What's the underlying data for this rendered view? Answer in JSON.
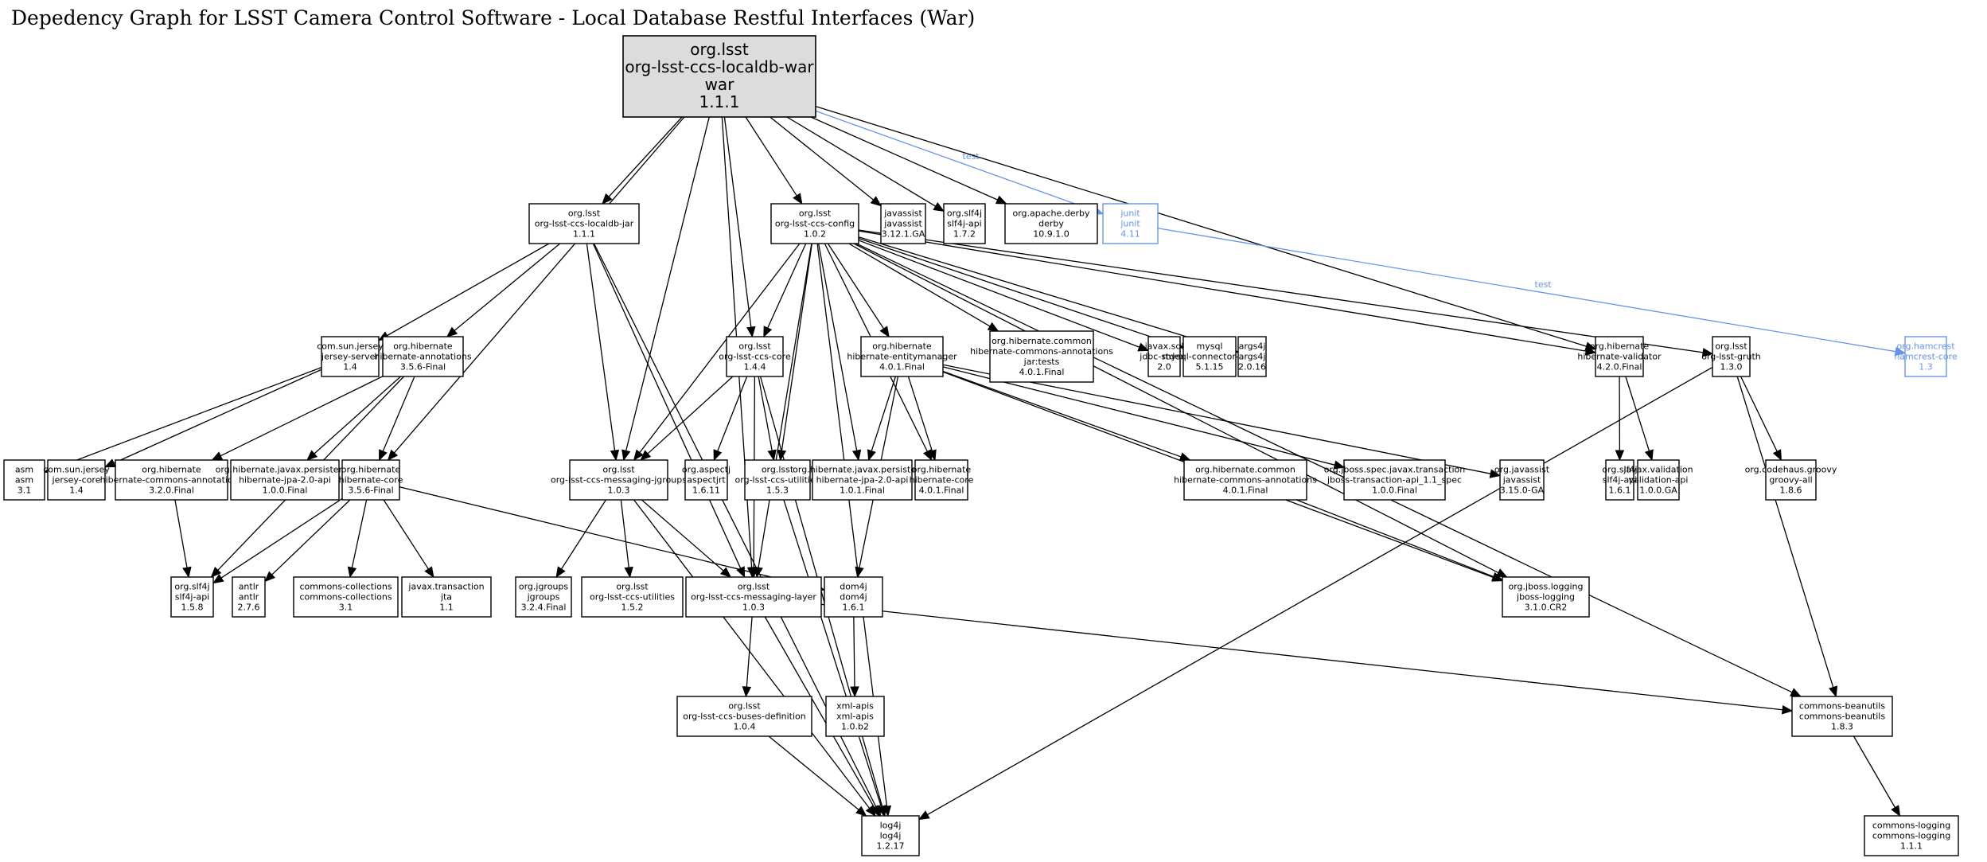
{
  "title": "Depedency Graph for LSST Camera Control Software - Local Database Restful Interfaces (War)",
  "colors": {
    "test_edge": "#6495ed",
    "root_fill": "#dcdcdc",
    "node_stroke": "#000000"
  },
  "nodes": [
    {
      "id": "root",
      "lines": [
        "org.lsst",
        "org-lsst-ccs-localdb-war",
        "war",
        "1.1.1"
      ],
      "kind": "root"
    },
    {
      "id": "localdb-jar",
      "lines": [
        "org.lsst",
        "org-lsst-ccs-localdb-jar",
        "1.1.1"
      ]
    },
    {
      "id": "ccs-config",
      "lines": [
        "org.lsst",
        "org-lsst-ccs-config",
        "1.0.2"
      ]
    },
    {
      "id": "javassist-3121",
      "lines": [
        "javassist",
        "javassist",
        "3.12.1.GA"
      ]
    },
    {
      "id": "slf4j-172",
      "lines": [
        "org.slf4j",
        "slf4j-api",
        "1.7.2"
      ]
    },
    {
      "id": "derby",
      "lines": [
        "org.apache.derby",
        "derby",
        "10.9.1.0"
      ]
    },
    {
      "id": "junit",
      "lines": [
        "junit",
        "junit",
        "4.11"
      ],
      "kind": "test"
    },
    {
      "id": "jersey-server",
      "lines": [
        "com.sun.jersey",
        "jersey-server",
        "1.4"
      ]
    },
    {
      "id": "hib-annotations",
      "lines": [
        "org.hibernate",
        "hibernate-annotations",
        "3.5.6-Final"
      ]
    },
    {
      "id": "ccs-core",
      "lines": [
        "org.lsst",
        "org-lsst-ccs-core",
        "1.4.4"
      ]
    },
    {
      "id": "hib-entitymanager",
      "lines": [
        "org.hibernate",
        "hibernate-entitymanager",
        "4.0.1.Final"
      ]
    },
    {
      "id": "hib-commons-ann-tests",
      "lines": [
        "org.hibernate.common",
        "hibernate-commons-annotations",
        "jar:tests",
        "4.0.1.Final"
      ]
    },
    {
      "id": "jdbc-stdext",
      "lines": [
        "javax.sql",
        "jdbc-stdext",
        "2.0"
      ]
    },
    {
      "id": "mysql",
      "lines": [
        "mysql",
        "mysql-connector-java",
        "5.1.15"
      ]
    },
    {
      "id": "args4j",
      "lines": [
        "args4j",
        "args4j",
        "2.0.16"
      ]
    },
    {
      "id": "hib-validator",
      "lines": [
        "org.hibernate",
        "hibernate-validator",
        "4.2.0.Final"
      ]
    },
    {
      "id": "gruth",
      "lines": [
        "org.lsst",
        "org-lsst-gruth",
        "1.3.0"
      ]
    },
    {
      "id": "hamcrest",
      "lines": [
        "org.hamcrest",
        "hamcrest-core",
        "1.3"
      ],
      "kind": "test"
    },
    {
      "id": "asm",
      "lines": [
        "asm",
        "asm",
        "3.1"
      ]
    },
    {
      "id": "jersey-core",
      "lines": [
        "com.sun.jersey",
        "jersey-core",
        "1.4"
      ]
    },
    {
      "id": "hib-commons-ann-320",
      "lines": [
        "org.hibernate",
        "hibernate-commons-annotations",
        "3.2.0.Final"
      ]
    },
    {
      "id": "jpa-100",
      "lines": [
        "org.hibernate.javax.persistence",
        "hibernate-jpa-2.0-api",
        "1.0.0.Final"
      ]
    },
    {
      "id": "hib-core-356",
      "lines": [
        "org.hibernate",
        "hibernate-core",
        "3.5.6-Final"
      ]
    },
    {
      "id": "msg-jgroups",
      "lines": [
        "org.lsst",
        "org-lsst-ccs-messaging-jgroups",
        "1.0.3"
      ]
    },
    {
      "id": "aspectjrt",
      "lines": [
        "org.aspectj",
        "aspectjrt",
        "1.6.11"
      ]
    },
    {
      "id": "utilities-153",
      "lines": [
        "org.lsst",
        "org-lsst-ccs-utilities",
        "1.5.3"
      ]
    },
    {
      "id": "jpa-101",
      "lines": [
        "org.hibernate.javax.persistence",
        "hibernate-jpa-2.0-api",
        "1.0.1.Final"
      ]
    },
    {
      "id": "hib-core-401",
      "lines": [
        "org.hibernate",
        "hibernate-core",
        "4.0.1.Final"
      ]
    },
    {
      "id": "hib-commons-ann-401",
      "lines": [
        "org.hibernate.common",
        "hibernate-commons-annotations",
        "4.0.1.Final"
      ]
    },
    {
      "id": "jboss-tx",
      "lines": [
        "org.jboss.spec.javax.transaction",
        "jboss-transaction-api_1.1_spec",
        "1.0.0.Final"
      ]
    },
    {
      "id": "javassist-3150",
      "lines": [
        "org.javassist",
        "javassist",
        "3.15.0-GA"
      ]
    },
    {
      "id": "slf4j-161",
      "lines": [
        "org.slf4j",
        "slf4j-api",
        "1.6.1"
      ]
    },
    {
      "id": "validation-api",
      "lines": [
        "javax.validation",
        "validation-api",
        "1.0.0.GA"
      ]
    },
    {
      "id": "groovy",
      "lines": [
        "org.codehaus.groovy",
        "groovy-all",
        "1.8.6"
      ]
    },
    {
      "id": "slf4j-158",
      "lines": [
        "org.slf4j",
        "slf4j-api",
        "1.5.8"
      ]
    },
    {
      "id": "antlr",
      "lines": [
        "antlr",
        "antlr",
        "2.7.6"
      ]
    },
    {
      "id": "commons-collections",
      "lines": [
        "commons-collections",
        "commons-collections",
        "3.1"
      ]
    },
    {
      "id": "jta",
      "lines": [
        "javax.transaction",
        "jta",
        "1.1"
      ]
    },
    {
      "id": "jgroups",
      "lines": [
        "org.jgroups",
        "jgroups",
        "3.2.4.Final"
      ]
    },
    {
      "id": "utilities-152",
      "lines": [
        "org.lsst",
        "org-lsst-ccs-utilities",
        "1.5.2"
      ]
    },
    {
      "id": "msg-layer",
      "lines": [
        "org.lsst",
        "org-lsst-ccs-messaging-layer",
        "1.0.3"
      ]
    },
    {
      "id": "dom4j",
      "lines": [
        "dom4j",
        "dom4j",
        "1.6.1"
      ]
    },
    {
      "id": "jboss-logging",
      "lines": [
        "org.jboss.logging",
        "jboss-logging",
        "3.1.0.CR2"
      ]
    },
    {
      "id": "buses-def",
      "lines": [
        "org.lsst",
        "org-lsst-ccs-buses-definition",
        "1.0.4"
      ]
    },
    {
      "id": "xml-apis",
      "lines": [
        "xml-apis",
        "xml-apis",
        "1.0.b2"
      ]
    },
    {
      "id": "commons-beanutils",
      "lines": [
        "commons-beanutils",
        "commons-beanutils",
        "1.8.3"
      ]
    },
    {
      "id": "log4j",
      "lines": [
        "log4j",
        "log4j",
        "1.2.17"
      ]
    },
    {
      "id": "commons-logging",
      "lines": [
        "commons-logging",
        "commons-logging",
        "1.1.1"
      ]
    }
  ],
  "edges": [
    {
      "from": "root",
      "to": "localdb-jar"
    },
    {
      "from": "root",
      "to": "ccs-config"
    },
    {
      "from": "root",
      "to": "javassist-3121"
    },
    {
      "from": "root",
      "to": "slf4j-172"
    },
    {
      "from": "root",
      "to": "derby"
    },
    {
      "from": "root",
      "to": "junit",
      "label": "test",
      "kind": "test"
    },
    {
      "from": "root",
      "to": "hib-core-356"
    },
    {
      "from": "root",
      "to": "msg-jgroups"
    },
    {
      "from": "root",
      "to": "msg-layer"
    },
    {
      "from": "root",
      "to": "ccs-core"
    },
    {
      "from": "root",
      "to": "hib-validator"
    },
    {
      "from": "junit",
      "to": "hamcrest",
      "label": "test",
      "kind": "test"
    },
    {
      "from": "localdb-jar",
      "to": "jersey-server"
    },
    {
      "from": "localdb-jar",
      "to": "hib-annotations"
    },
    {
      "from": "localdb-jar",
      "to": "msg-jgroups"
    },
    {
      "from": "localdb-jar",
      "to": "msg-layer"
    },
    {
      "from": "localdb-jar",
      "to": "log4j"
    },
    {
      "from": "ccs-config",
      "to": "ccs-core"
    },
    {
      "from": "ccs-config",
      "to": "msg-jgroups"
    },
    {
      "from": "ccs-config",
      "to": "hib-entitymanager"
    },
    {
      "from": "ccs-config",
      "to": "hib-commons-ann-tests"
    },
    {
      "from": "ccs-config",
      "to": "jdbc-stdext"
    },
    {
      "from": "ccs-config",
      "to": "mysql"
    },
    {
      "from": "ccs-config",
      "to": "args4j"
    },
    {
      "from": "ccs-config",
      "to": "hib-validator"
    },
    {
      "from": "ccs-config",
      "to": "gruth"
    },
    {
      "from": "ccs-config",
      "to": "utilities-153"
    },
    {
      "from": "ccs-config",
      "to": "jpa-101"
    },
    {
      "from": "ccs-config",
      "to": "hib-core-401"
    },
    {
      "from": "ccs-config",
      "to": "msg-layer"
    },
    {
      "from": "ccs-config",
      "to": "jboss-logging"
    },
    {
      "from": "ccs-config",
      "to": "commons-beanutils"
    },
    {
      "from": "ccs-config",
      "to": "log4j"
    },
    {
      "from": "jersey-server",
      "to": "asm"
    },
    {
      "from": "jersey-server",
      "to": "jersey-core"
    },
    {
      "from": "hib-annotations",
      "to": "hib-commons-ann-320"
    },
    {
      "from": "hib-annotations",
      "to": "jpa-100"
    },
    {
      "from": "hib-annotations",
      "to": "hib-core-356"
    },
    {
      "from": "hib-annotations",
      "to": "slf4j-158"
    },
    {
      "from": "hib-commons-ann-320",
      "to": "slf4j-158"
    },
    {
      "from": "hib-core-356",
      "to": "slf4j-158"
    },
    {
      "from": "hib-core-356",
      "to": "antlr"
    },
    {
      "from": "hib-core-356",
      "to": "commons-collections"
    },
    {
      "from": "hib-core-356",
      "to": "jta"
    },
    {
      "from": "hib-core-356",
      "to": "dom4j"
    },
    {
      "from": "ccs-core",
      "to": "msg-jgroups"
    },
    {
      "from": "ccs-core",
      "to": "aspectjrt"
    },
    {
      "from": "ccs-core",
      "to": "utilities-153"
    },
    {
      "from": "ccs-core",
      "to": "msg-layer"
    },
    {
      "from": "ccs-core",
      "to": "log4j"
    },
    {
      "from": "hib-entitymanager",
      "to": "jpa-101"
    },
    {
      "from": "hib-entitymanager",
      "to": "hib-core-401"
    },
    {
      "from": "hib-entitymanager",
      "to": "hib-commons-ann-401"
    },
    {
      "from": "hib-entitymanager",
      "to": "jboss-tx"
    },
    {
      "from": "hib-entitymanager",
      "to": "javassist-3150"
    },
    {
      "from": "hib-entitymanager",
      "to": "jboss-logging"
    },
    {
      "from": "hib-entitymanager",
      "to": "dom4j"
    },
    {
      "from": "hib-commons-ann-401",
      "to": "jboss-logging"
    },
    {
      "from": "hib-validator",
      "to": "slf4j-161"
    },
    {
      "from": "hib-validator",
      "to": "validation-api"
    },
    {
      "from": "gruth",
      "to": "groovy"
    },
    {
      "from": "gruth",
      "to": "commons-beanutils"
    },
    {
      "from": "gruth",
      "to": "log4j"
    },
    {
      "from": "msg-jgroups",
      "to": "jgroups"
    },
    {
      "from": "msg-jgroups",
      "to": "utilities-152"
    },
    {
      "from": "msg-jgroups",
      "to": "msg-layer"
    },
    {
      "from": "msg-jgroups",
      "to": "log4j"
    },
    {
      "from": "utilities-153",
      "to": "log4j"
    },
    {
      "from": "msg-layer",
      "to": "buses-def"
    },
    {
      "from": "msg-layer",
      "to": "log4j"
    },
    {
      "from": "msg-layer",
      "to": "commons-beanutils"
    },
    {
      "from": "dom4j",
      "to": "xml-apis"
    },
    {
      "from": "buses-def",
      "to": "log4j"
    },
    {
      "from": "commons-beanutils",
      "to": "commons-logging"
    }
  ]
}
